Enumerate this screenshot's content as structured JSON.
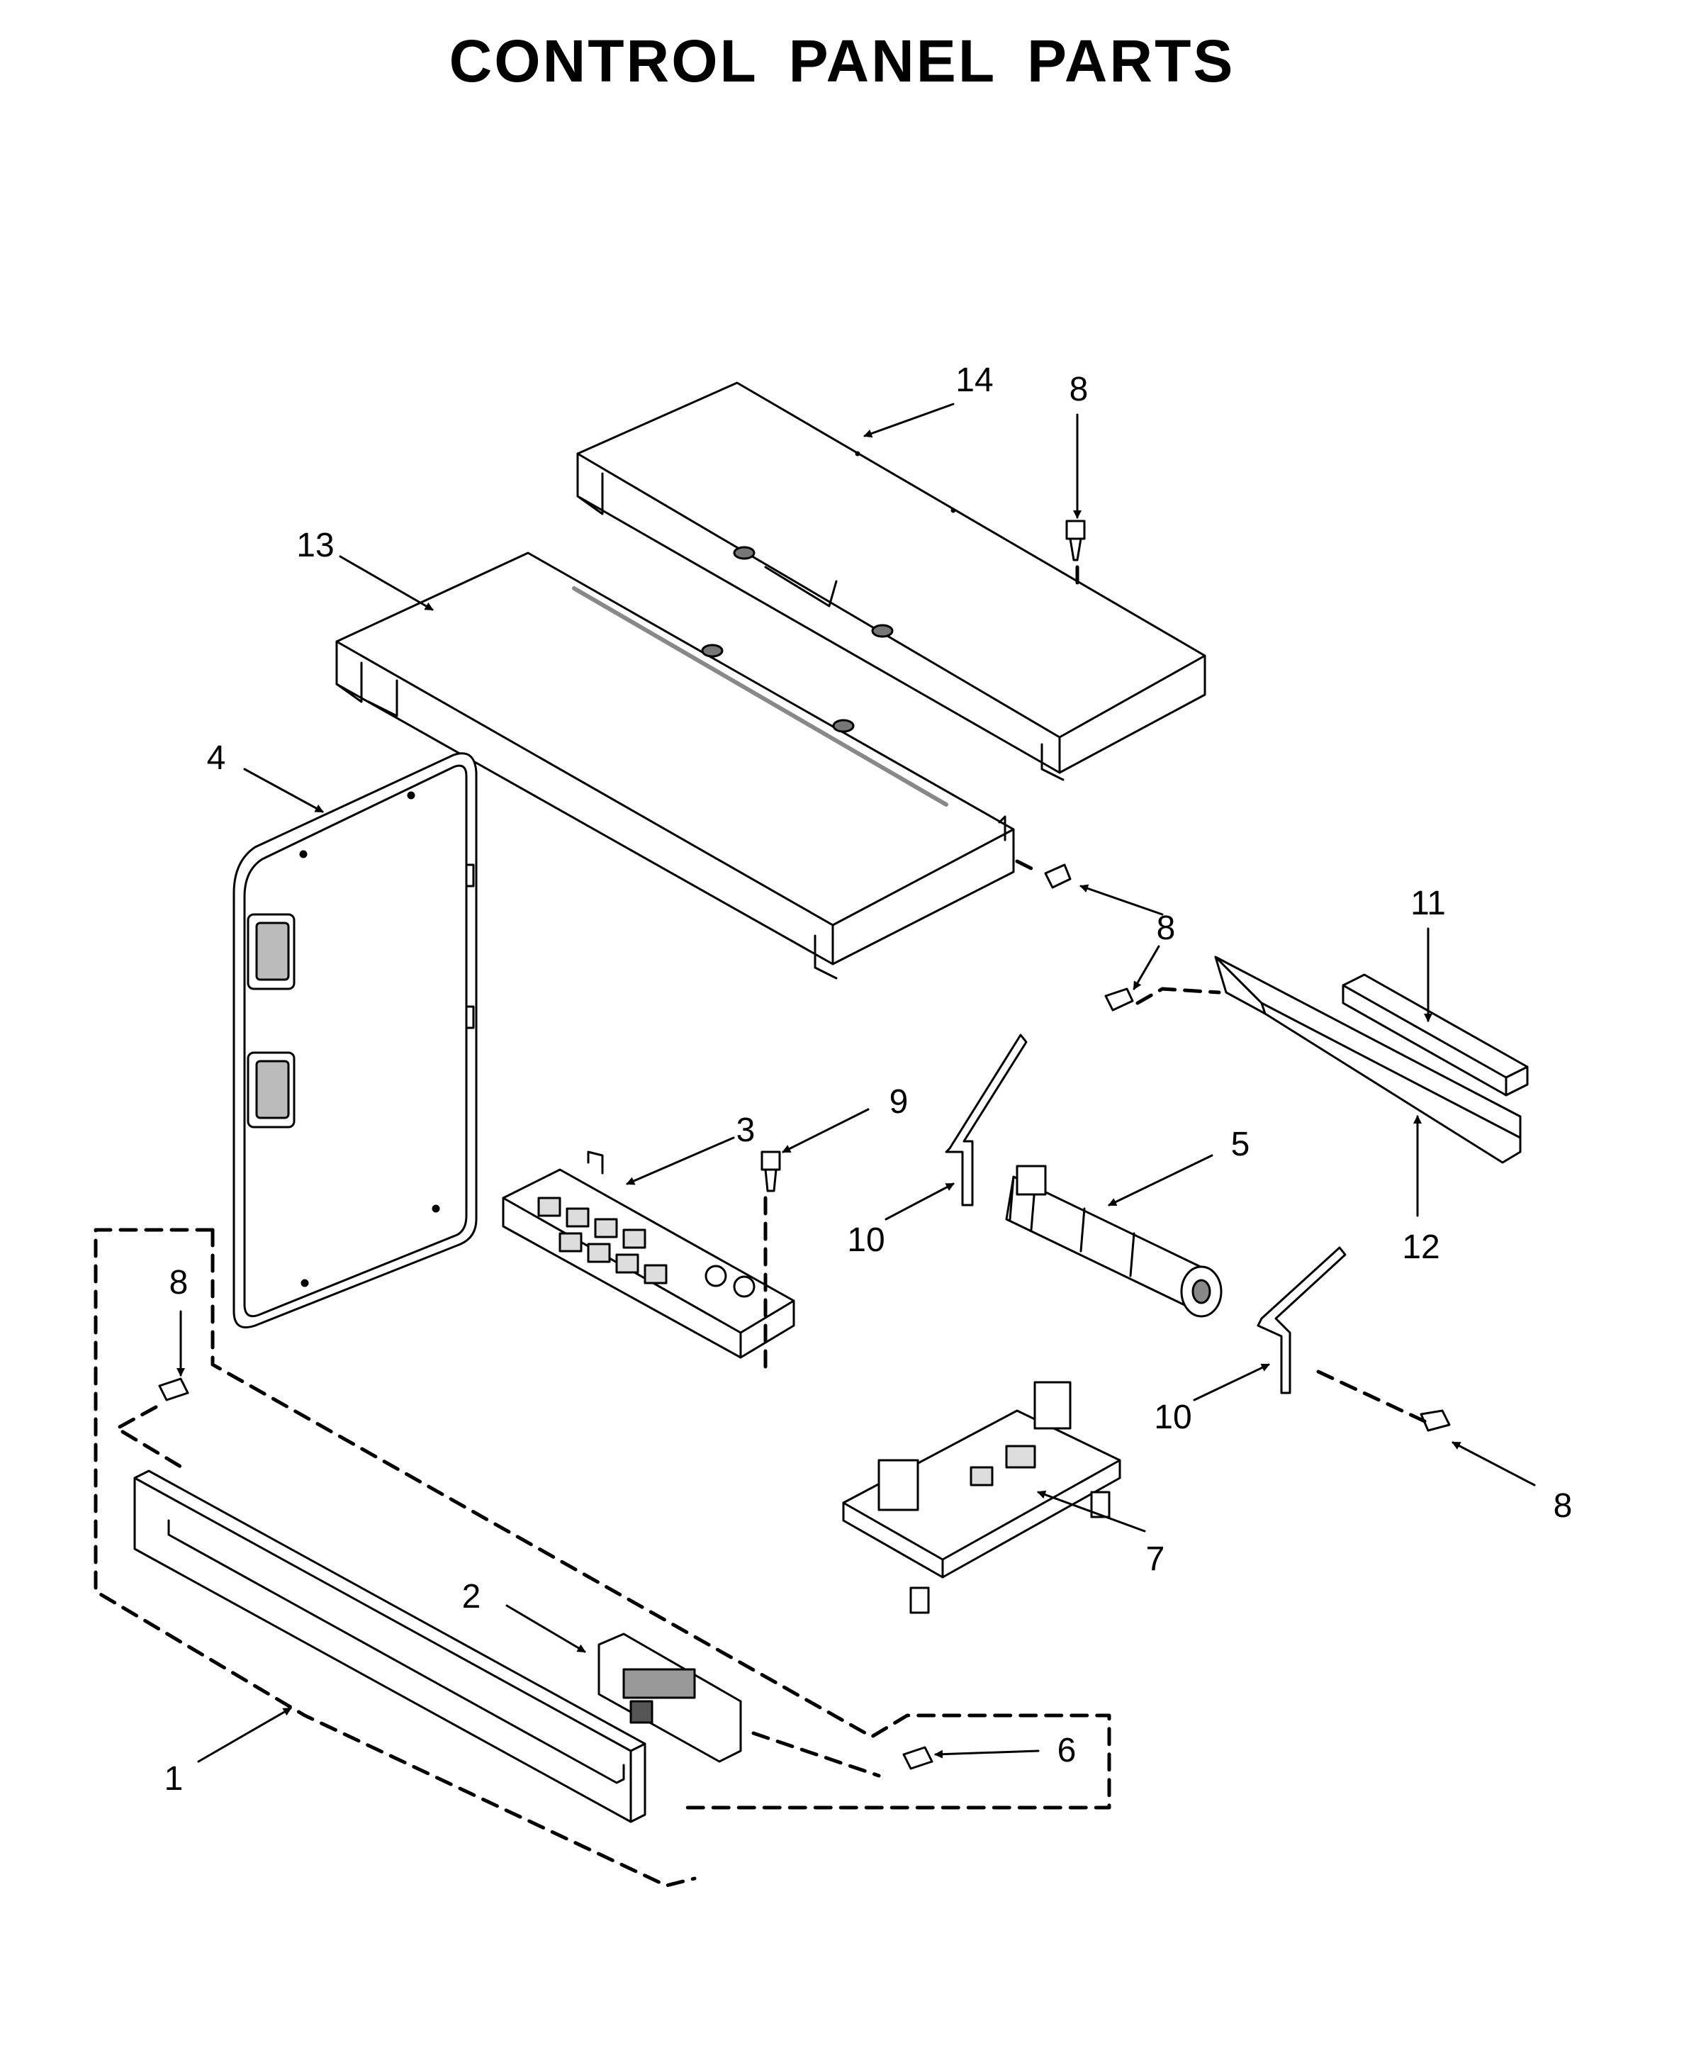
{
  "title": "CONTROL PANEL PARTS",
  "callouts": {
    "c1": "1",
    "c2": "2",
    "c3": "3",
    "c4": "4",
    "c5": "5",
    "c6": "6",
    "c7": "7",
    "c8a": "8",
    "c8b": "8",
    "c8c": "8",
    "c8d": "8",
    "c8e": "8",
    "c9": "9",
    "c10a": "10",
    "c10b": "10",
    "c11": "11",
    "c12": "12",
    "c13": "13",
    "c14": "14"
  }
}
